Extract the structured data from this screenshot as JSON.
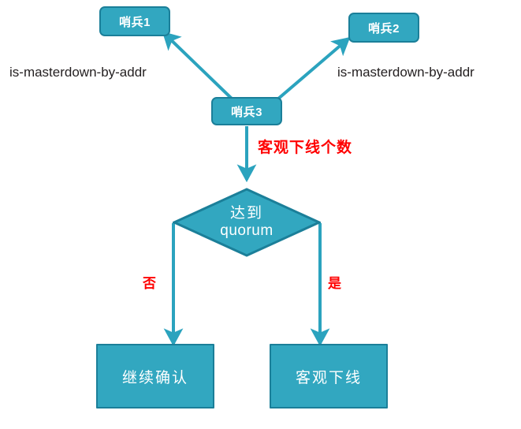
{
  "diagram": {
    "title": "Redis Sentinel objective down (ODOWN) decision flow",
    "colors": {
      "node_fill": "#32A7C0",
      "node_border": "#1B7F99",
      "edge": "#2BA3BE",
      "node_text": "#FFFFFF",
      "label_text": "#231F20",
      "highlight_text": "#FF0000",
      "background": "#FFFFFF"
    },
    "nodes": {
      "sentinel1": {
        "label": "哨兵1"
      },
      "sentinel2": {
        "label": "哨兵2"
      },
      "sentinel3": {
        "label": "哨兵3"
      },
      "decision": {
        "line1": "达到",
        "line2": "quorum"
      },
      "continue_confirm": {
        "label": "继续确认"
      },
      "objective_down": {
        "label": "客观下线"
      }
    },
    "edge_labels": {
      "left_command": "is-masterdown-by-addr",
      "right_command": "is-masterdown-by-addr",
      "count": "客观下线个数",
      "no": "否",
      "yes": "是"
    }
  }
}
